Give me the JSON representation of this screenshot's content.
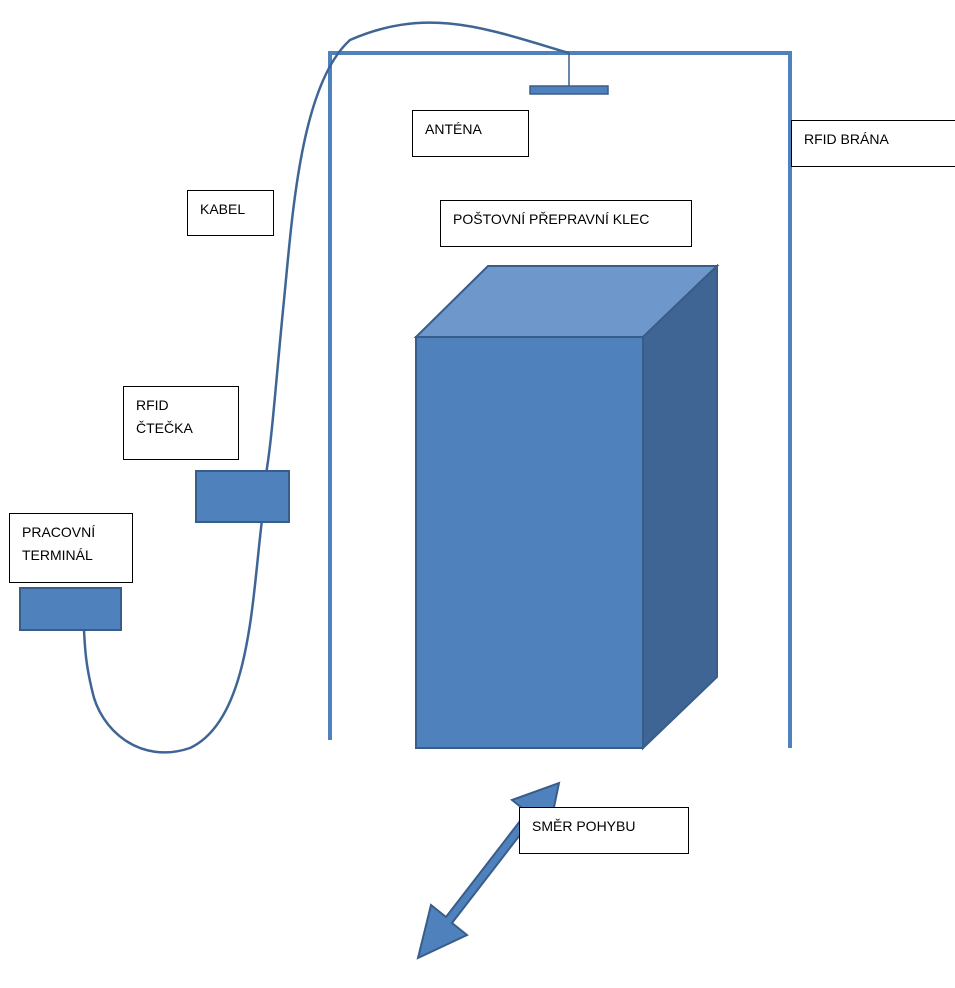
{
  "colors": {
    "accent": "#4f81bd",
    "accent_dark": "#385d8a",
    "box_top": "#6e97cb",
    "box_side": "#3e6594",
    "label_border": "#000000",
    "background": "#ffffff"
  },
  "labels": {
    "antenna": "ANTÉNA",
    "rfid_gate": "RFID BRÁNA",
    "cable": "KABEL",
    "cage": "POŠTOVNÍ PŘEPRAVNÍ KLEC",
    "reader_line1": "RFID",
    "reader_line2": "ČTEČKA",
    "terminal_line1": "PRACOVNÍ",
    "terminal_line2": "TERMINÁL",
    "direction": "SMĚR POHYBU"
  }
}
